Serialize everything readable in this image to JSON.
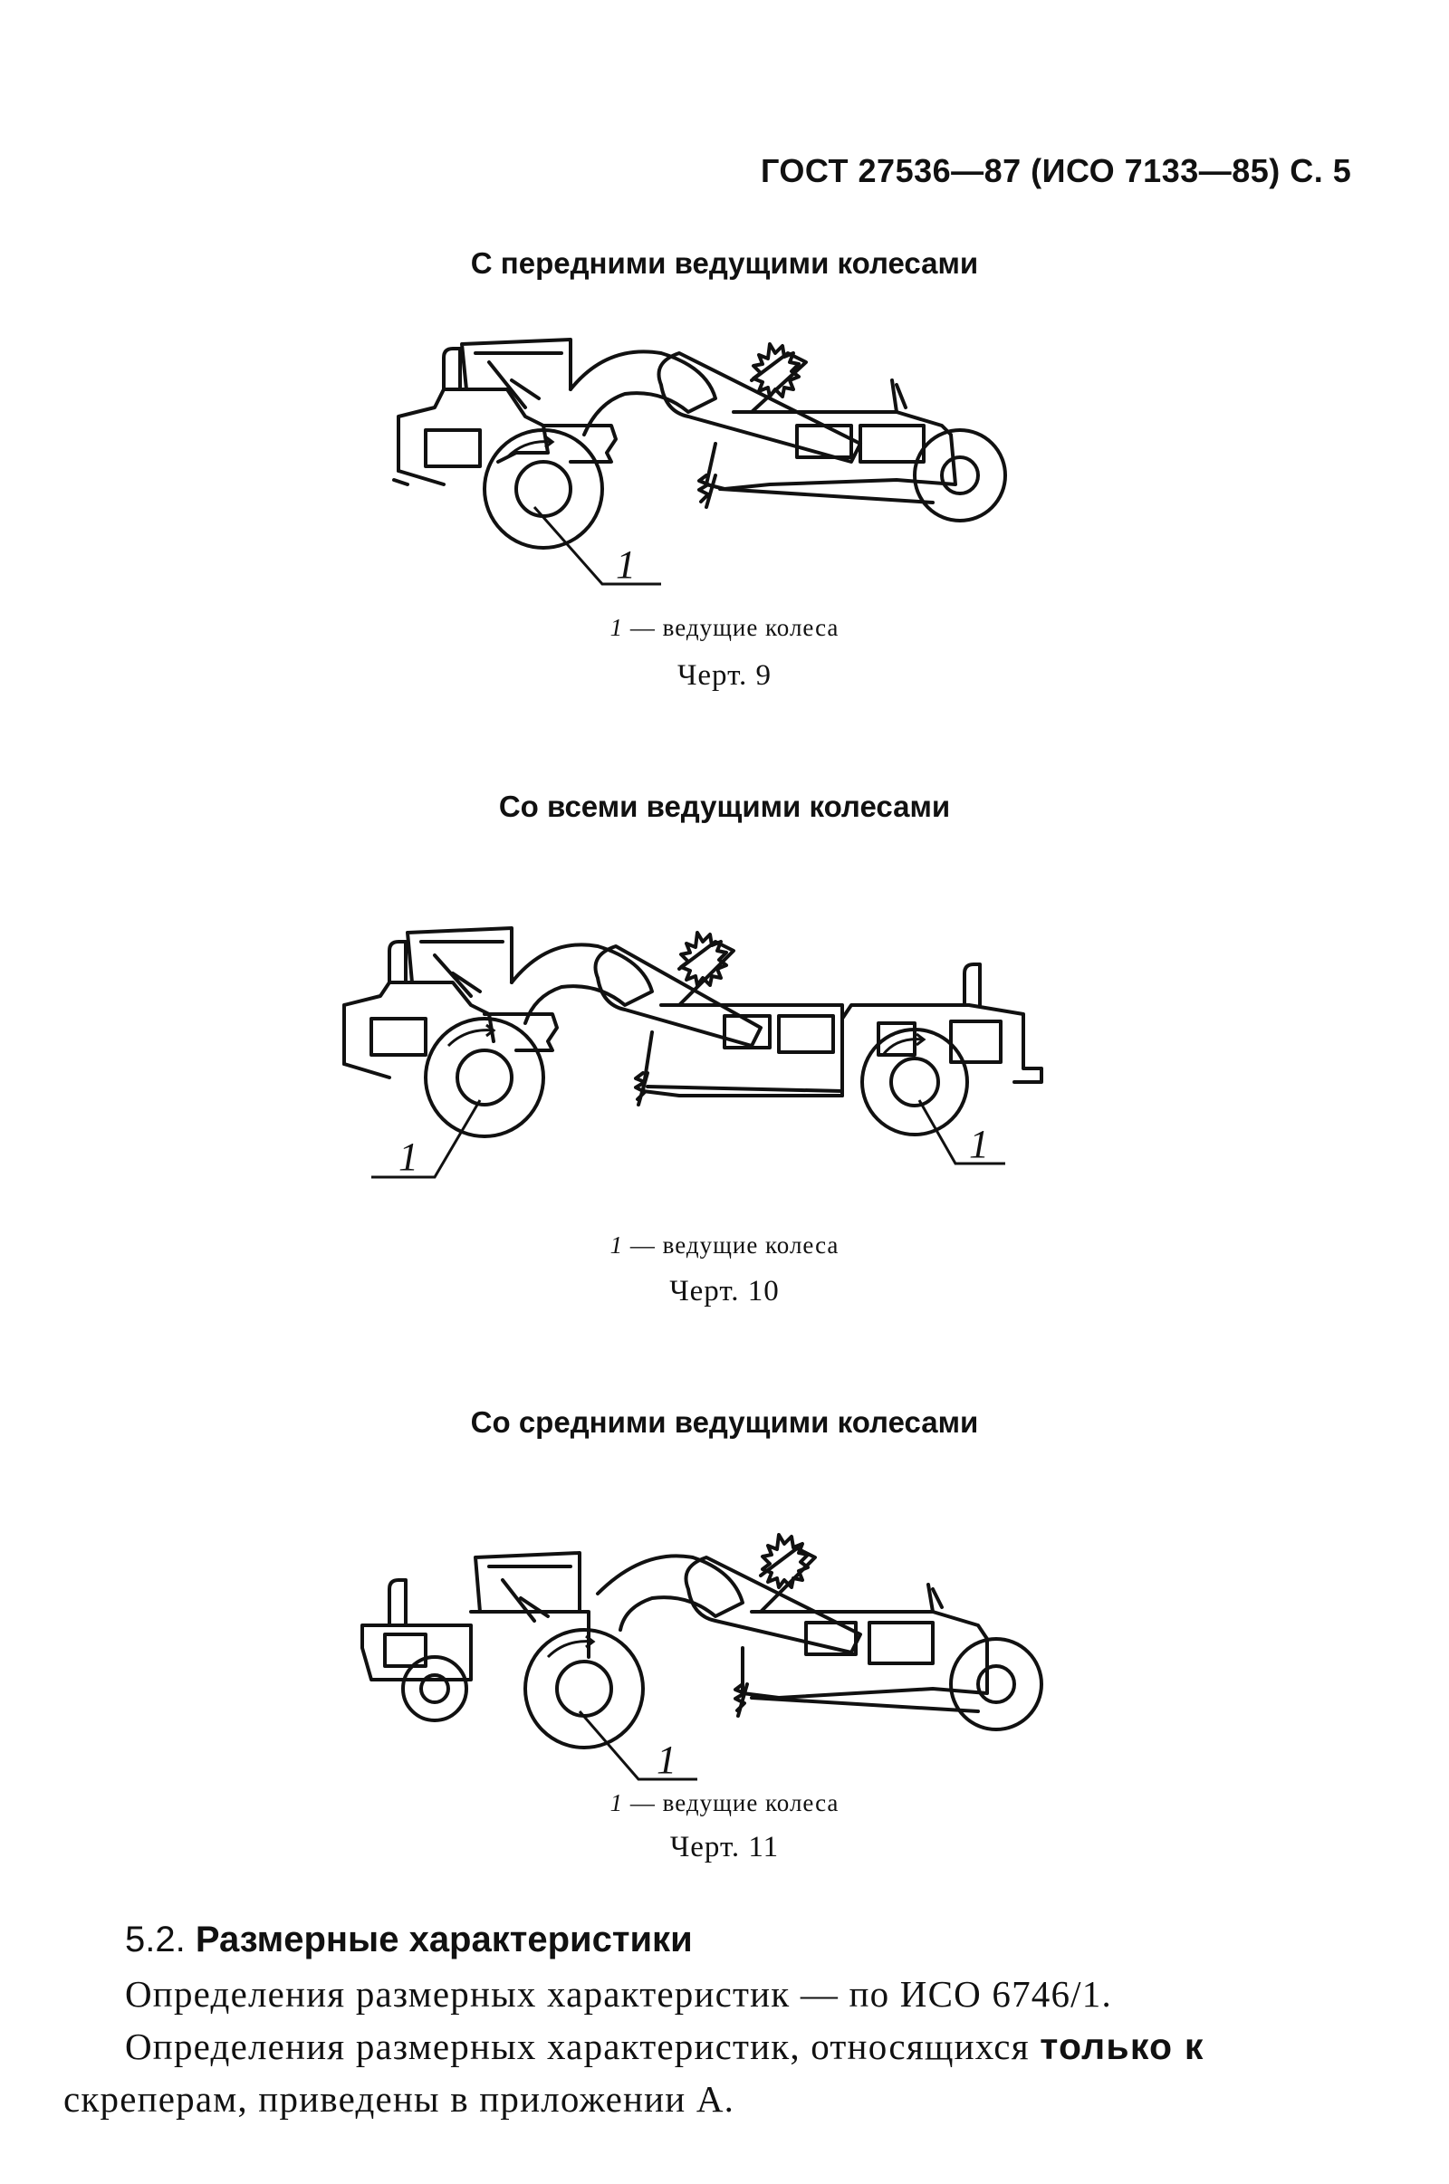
{
  "header": {
    "text": "ГОСТ 27536—87 (ИСО 7133—85) С. 5"
  },
  "figures": [
    {
      "section_title": "С передними ведущими колесами",
      "legend_num": "1",
      "legend_text": " — ведущие колеса",
      "label": "Черт. 9",
      "callouts": [
        "1"
      ]
    },
    {
      "section_title": "Со всеми ведущими колесами",
      "legend_num": "1",
      "legend_text": " — ведущие колеса",
      "label": "Черт. 10",
      "callouts": [
        "1",
        "1"
      ]
    },
    {
      "section_title": "Со средними ведущими колесами",
      "legend_num": "1",
      "legend_text": " — ведущие колеса",
      "label": "Черт. 11",
      "callouts": [
        "1"
      ]
    }
  ],
  "section_52": {
    "number": "5.2.",
    "title": "Размерные характеристики",
    "para1": "Определения размерных характеристик — по ИСО 6746/1.",
    "para2_line1_a": "Определения размерных характеристик, относящихся ",
    "para2_line1_b": "только к",
    "para2_line2": "скреперам, приведены в приложении А."
  }
}
